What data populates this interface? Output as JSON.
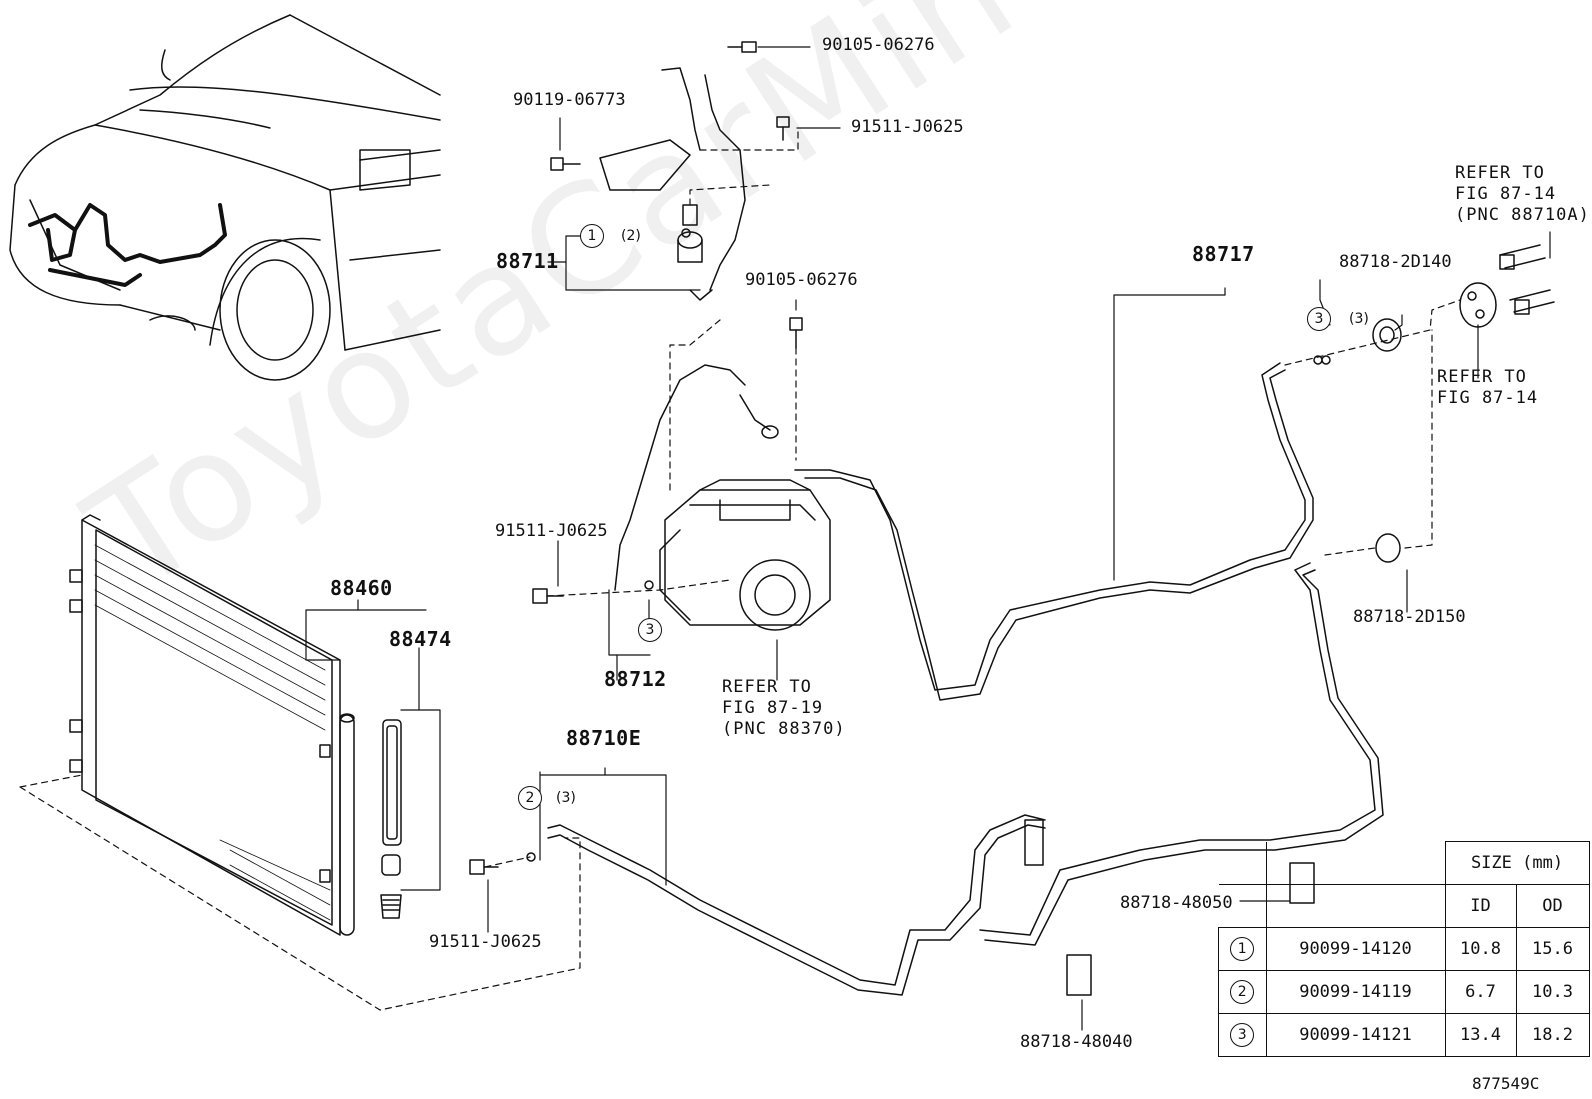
{
  "watermark": "ToyotaCarMine.ru",
  "parts": {
    "p90105_top": "90105-06276",
    "p90119": "90119-06773",
    "p91511_top": "91511-J0625",
    "p88711": "88711",
    "p90105_mid": "90105-06276",
    "p88717": "88717",
    "p88718_2d140": "88718-2D140",
    "p91511_mid": "91511-J0625",
    "p88712": "88712",
    "p88460": "88460",
    "p88474": "88474",
    "p88710e": "88710E",
    "p91511_bot": "91511-J0625",
    "p88718_2d150": "88718-2D150",
    "p88718_48050": "88718-48050",
    "p88718_48040": "88718-48040"
  },
  "refers": {
    "r1_lines": [
      "REFER TO",
      "FIG 87-14",
      "(PNC 88710A)"
    ],
    "r2_lines": [
      "REFER TO",
      "FIG 87-14"
    ],
    "r3_lines": [
      "REFER TO",
      "FIG 87-19",
      "(PNC 88370)"
    ]
  },
  "callouts": {
    "c1": "1",
    "c1_qty": "(2)",
    "c3a": "3",
    "c3a_qty": "(3)",
    "c3b": "3",
    "c2": "2",
    "c2_qty": "(3)"
  },
  "size_table": {
    "header": "SIZE (mm)",
    "col_id": "ID",
    "col_od": "OD",
    "rows": [
      {
        "mark": "1",
        "part": "90099-14120",
        "id": "10.8",
        "od": "15.6"
      },
      {
        "mark": "2",
        "part": "90099-14119",
        "id": "6.7",
        "od": "10.3"
      },
      {
        "mark": "3",
        "part": "90099-14121",
        "id": "13.4",
        "od": "18.2"
      }
    ]
  },
  "diagram_code": "877549C"
}
